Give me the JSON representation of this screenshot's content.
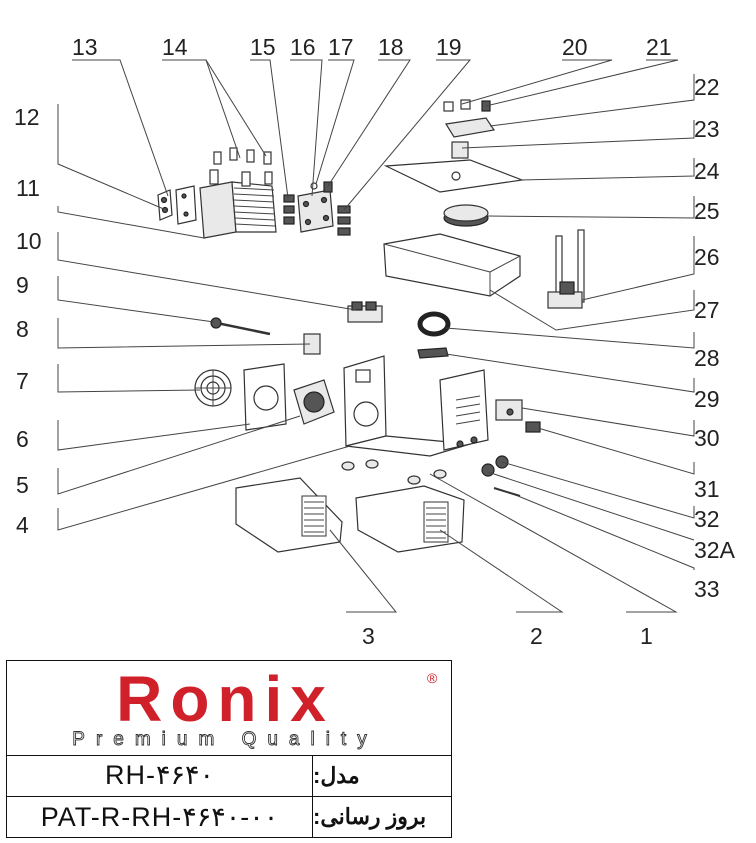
{
  "callouts": [
    "13",
    "14",
    "15",
    "16",
    "17",
    "18",
    "19",
    "20",
    "21",
    "22",
    "12",
    "23",
    "24",
    "11",
    "25",
    "10",
    "26",
    "9",
    "27",
    "8",
    "28",
    "7",
    "29",
    "6",
    "30",
    "5",
    "31",
    "4",
    "32",
    "32A",
    "33",
    "3",
    "2",
    "1"
  ],
  "brand": {
    "name": "Ronix",
    "tagline": "Premium Quality",
    "registered_mark": "®",
    "brand_color": "#d0202a"
  },
  "info": {
    "model_label": "مدل:",
    "model_value": "RH-۴۶۴۰",
    "update_label": "بروز رسانی:",
    "update_value": "PAT-R-RH-۴۶۴۰-۰۰"
  }
}
